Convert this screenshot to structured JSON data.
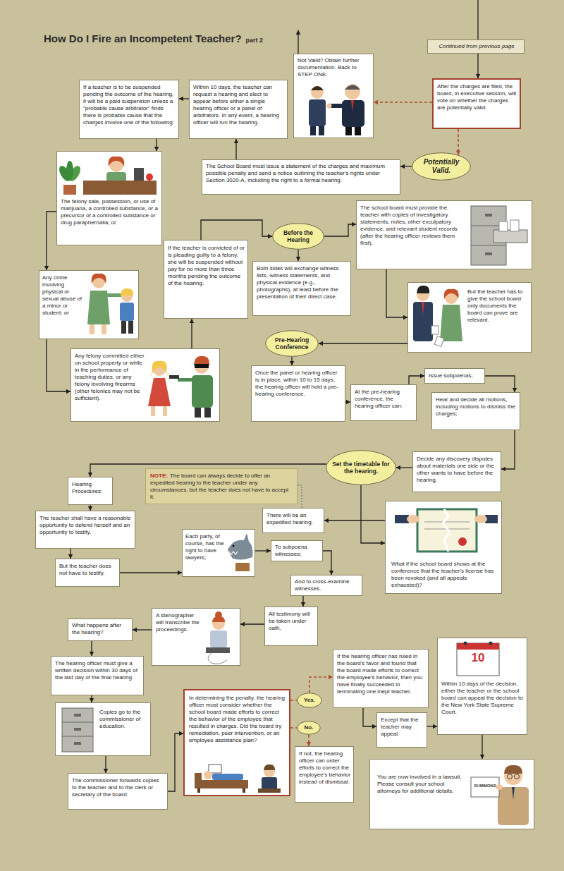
{
  "diagram": {
    "title": "How Do I Fire an Incompetent Teacher?",
    "nodes": [
      {
        "text": [
          "Continued from previous page"
        ]
      },
      {
        "text": [
          "After the charges are filed, the board, in executive session, will vote on whether the charges are potentially valid."
        ]
      },
      {
        "text": [
          "Not Valid? Obtain further documentation. Back to STEP ONE."
        ]
      },
      {
        "text": [
          "Potentially Valid."
        ]
      },
      {
        "text": [
          "The School Board must issue a statement of the charges and maximum possible penalty and send a notice outlining the teacher's rights under Section 3020-A, including the right to a formal hearing."
        ]
      },
      {
        "text": [
          "Within 10 days, the teacher can request a hearing and elect to appear before either a single hearing officer or a panel of arbitrators. In any event, a hearing officer will run the hearing."
        ]
      },
      {
        "text": [
          "If a teacher is to be suspended pending the outcome of the hearing, it will be a paid suspension unless a \"probable cause arbitrator\" finds there is probable cause that the charges involve one of the following:"
        ]
      },
      {
        "text": [
          "The felony sale, possession, or use of marijuana, a controlled substance, or a precursor of a controlled substance or drug paraphernalia; or"
        ]
      },
      {
        "text": [
          "Any crime involving physical or sexual abuse of a minor or student; or"
        ]
      },
      {
        "text": [
          "Any felony committed either on school property or while in the performance of teaching duties, or any felony involving firearms (other felonies may not be sufficient)."
        ]
      },
      {
        "text": [
          "If the teacher is convicted of or is pleading guilty to a felony, she will be suspended without pay for no more than three months pending the outcome of the hearing."
        ]
      },
      {
        "text": [
          "Before the Hearing"
        ]
      },
      {
        "text": [
          "Both sides will exchange witness lists, witness statements, and physical evidence (e.g., photographs), at least before the presentation of their direct case."
        ]
      },
      {
        "text": [
          "The school board must provide the teacher with copies of investigatory statements, notes, other exculpatory evidence, and relevant student records (after the hearing officer reviews them first)."
        ]
      },
      {
        "text": [
          "But the teacher has to give the school board only documents the board can prove are relevant."
        ]
      },
      {
        "text": [
          "Pre-Hearing Conference"
        ]
      },
      {
        "text": [
          "Once the panel or hearing officer is in place, within 10 to 15 days, the hearing officer will hold a pre-hearing conference."
        ]
      },
      {
        "text": [
          "At the pre-hearing conference, the hearing officer can:"
        ]
      },
      {
        "text": [
          "Issue subpoenas;"
        ]
      },
      {
        "text": [
          "Hear and decide all motions, including motions to dismiss the charges;"
        ]
      },
      {
        "text": [
          "Decide any discovery disputes about materials one side or the other wants to have before the hearing."
        ]
      },
      {
        "text": [
          "Set the timetable for the hearing."
        ]
      },
      {
        "text": [
          "Hearing Procedures:"
        ]
      },
      {
        "text": [
          "NOTE:",
          "The board can always decide to offer an expedited hearing to the teacher under any circumstances, but the teacher does not have to accept it."
        ]
      },
      {
        "text": [
          "There will be an expedited hearing."
        ]
      },
      {
        "text": [
          "What if the school board shows at the conference that the teacher's license has been revoked (and all appeals exhausted)?"
        ]
      },
      {
        "text": [
          "The teacher shall have a reasonable opportunity to defend herself and an opportunity to testify."
        ]
      },
      {
        "text": [
          "But the teacher does not have to testify."
        ]
      },
      {
        "text": [
          "Each party, of course, has the right to have lawyers;"
        ]
      },
      {
        "text": [
          "To subpoena witnesses;"
        ]
      },
      {
        "text": [
          "And to cross-examine witnesses."
        ]
      },
      {
        "text": [
          "All testimony will be taken under oath."
        ]
      },
      {
        "text": [
          "A stenographer will transcribe the proceedings."
        ]
      },
      {
        "text": [
          "What happens after the hearing?"
        ]
      },
      {
        "text": [
          "The hearing officer must give a written decision within 30 days of the last day of the final hearing."
        ]
      },
      {
        "text": [
          "Copies go to the commissioner of education."
        ]
      },
      {
        "text": [
          "The commissioner forwards copies to the teacher and to the clerk or secretary of the board."
        ]
      },
      {
        "text": [
          "In determining the penalty, the hearing officer must consider whether the school board made efforts to correct the behavior of the employee that resulted in charges. Did the board try remediation, peer intervention, or an employee assistance plan?"
        ]
      },
      {
        "text": [
          "Yes."
        ]
      },
      {
        "text": [
          "No."
        ]
      },
      {
        "text": [
          "If the hearing officer has ruled in the board's favor and found that the board made efforts to correct the employee's behavior, then you have finally succeeded in terminating one inept teacher."
        ]
      },
      {
        "text": [
          "If not, the hearing officer can order efforts to correct the employee's behavior instead of dismissal."
        ]
      },
      {
        "text": [
          "Except that the teacher may appeal."
        ]
      },
      {
        "text": [
          "Within 10 days of the decision, either the teacher or the school board can appeal the decision to the New York State Supreme Court."
        ]
      },
      {
        "text": [
          "You are now involved in a lawsuit. Please consult your school attorneys for additional details."
        ]
      }
    ],
    "edges": [
      {
        "from": 0,
        "to": 1,
        "arrow": "to"
      },
      {
        "from": 1,
        "to": 2,
        "arrow": "to"
      },
      {
        "from": 1,
        "to": 3,
        "arrow": "to"
      },
      {
        "from": 3,
        "to": 4,
        "arrow": "to"
      },
      {
        "from": 4,
        "to": 5,
        "arrow": "to"
      },
      {
        "from": 5,
        "to": 6,
        "arrow": "to"
      },
      {
        "from": 6,
        "to": 7,
        "arrow": "to"
      },
      {
        "from": 7,
        "to": 8,
        "arrow": "to"
      },
      {
        "from": 8,
        "to": 9,
        "arrow": "to"
      },
      {
        "from": 9,
        "to": 10,
        "arrow": "to"
      },
      {
        "from": 10,
        "to": 11,
        "arrow": "to"
      },
      {
        "from": 11,
        "to": 12,
        "arrow": "to"
      },
      {
        "from": 11,
        "to": 13,
        "arrow": "to"
      },
      {
        "from": 13,
        "to": 14,
        "arrow": "to"
      },
      {
        "from": 14,
        "to": 15,
        "arrow": "to"
      },
      {
        "from": 15,
        "to": 16,
        "arrow": "to"
      },
      {
        "from": 16,
        "to": 17,
        "arrow": "to"
      },
      {
        "from": 17,
        "to": 18,
        "arrow": "to"
      },
      {
        "from": 18,
        "to": 19,
        "arrow": "to"
      },
      {
        "from": 19,
        "to": 20,
        "arrow": "to"
      },
      {
        "from": 20,
        "to": 21,
        "arrow": "to"
      },
      {
        "from": 21,
        "to": 22,
        "arrow": "to"
      },
      {
        "from": 21,
        "to": 25,
        "arrow": "to"
      },
      {
        "from": 25,
        "to": 24,
        "arrow": "to"
      },
      {
        "from": 23,
        "to": 24,
        "arrow": "none"
      },
      {
        "from": 22,
        "to": 26,
        "arrow": "to"
      },
      {
        "from": 26,
        "to": 27,
        "arrow": "to"
      },
      {
        "from": 27,
        "to": 28,
        "arrow": "to"
      },
      {
        "from": 28,
        "to": 29,
        "arrow": "to"
      },
      {
        "from": 29,
        "to": 30,
        "arrow": "to"
      },
      {
        "from": 30,
        "to": 31,
        "arrow": "to"
      },
      {
        "from": 31,
        "to": 32,
        "arrow": "to"
      },
      {
        "from": 32,
        "to": 33,
        "arrow": "to"
      },
      {
        "from": 33,
        "to": 34,
        "arrow": "to"
      },
      {
        "from": 34,
        "to": 35,
        "arrow": "to"
      },
      {
        "from": 35,
        "to": 36,
        "arrow": "to"
      },
      {
        "from": 36,
        "to": 37,
        "arrow": "to"
      },
      {
        "from": 37,
        "to": 38,
        "arrow": "none"
      },
      {
        "from": 37,
        "to": 39,
        "arrow": "none"
      },
      {
        "from": 38,
        "to": 40,
        "arrow": "to"
      },
      {
        "from": 39,
        "to": 41,
        "arrow": "to"
      },
      {
        "from": 40,
        "to": 42,
        "arrow": "to"
      },
      {
        "from": 42,
        "to": 43,
        "arrow": "to"
      },
      {
        "from": 43,
        "to": 44,
        "arrow": "to"
      }
    ],
    "labels": [
      "part 2",
      "10",
      "SUMMONS"
    ]
  }
}
